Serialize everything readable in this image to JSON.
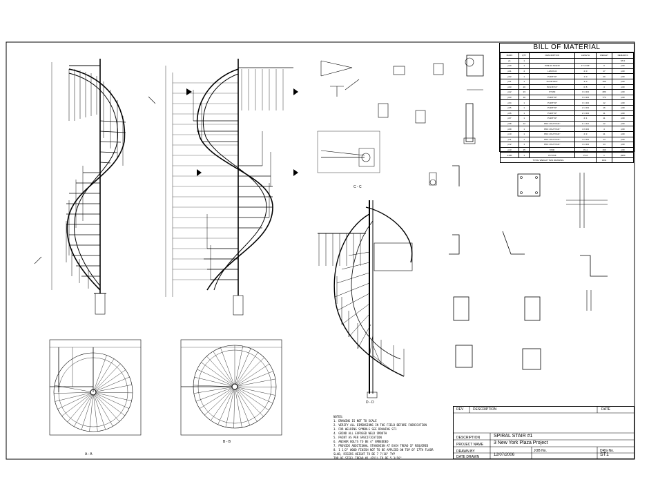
{
  "bom": {
    "title": "BILL OF MATERIAL",
    "columns": [
      "MARK",
      "QTY",
      "DESCRIPTION",
      "LENGTH",
      "WEIGHT",
      "REMARKS"
    ],
    "rows": [
      [
        "p1",
        "1",
        "",
        "",
        "",
        "ST-0"
      ],
      [
        "pd0",
        "1",
        "PIPE 10 SCH40",
        "17'-6 3/4\"",
        "0",
        "p00"
      ],
      [
        "p01",
        "4",
        "L2X2X1/4",
        "2'-0",
        "17",
        "p00"
      ],
      [
        "p02",
        "1",
        "PL3/8\"X3\"",
        "1'-0",
        "20",
        "p00"
      ],
      [
        "pd1",
        "1",
        "PL3/8\"X3/4\"",
        "3'-0",
        "190",
        "p00"
      ],
      [
        "p03",
        "20",
        "PL5/16\"X4\"",
        "0'-8",
        "4",
        "p00"
      ],
      [
        "pd2",
        "23",
        "ST4X9",
        "3'-4 3/4",
        "280",
        "p00"
      ],
      [
        "pd3",
        "10",
        "PL3/8\"X3\"",
        "3'-4 3/4",
        "774",
        "p00"
      ],
      [
        "p04",
        "1",
        "PL3/8\"X3\"",
        "3'-1 3/4",
        "12",
        "p00"
      ],
      [
        "p05",
        "1",
        "PL3/8\"X3\"",
        "2'-4 3/4",
        "16",
        "p00"
      ],
      [
        "p06",
        "1",
        "PL3/8\"X3\"",
        "2'-4 3/4",
        "11",
        "p00"
      ],
      [
        "p07",
        "1",
        "PL3/8\"X3\"",
        "2'-1",
        "11",
        "p00"
      ],
      [
        "p08",
        "12",
        "PDC 1X1/4\"X1/4\"",
        "1'-1 1/2",
        "12",
        "p00"
      ],
      [
        "p09",
        "1",
        "PDC 1X1/4\"X1/4\"",
        "4'-9 3/4",
        "4",
        "p00"
      ],
      [
        "p10",
        "1",
        "PDC 1X1/4\"X1/4\"",
        "2'-3",
        "11",
        "p00"
      ],
      [
        "p11",
        "1",
        "PDC 1X1/4\"X1/4\"",
        "4'-4 3/4",
        "14",
        "p00"
      ],
      [
        "p12",
        "1",
        "PDC 1X1/4\"X1/4\"",
        "4'-4 3/4",
        "14",
        "p00"
      ],
      [
        "p13",
        "25",
        "5X4F",
        "0'-11",
        "190",
        "p00"
      ],
      [
        "a100",
        "1",
        "C5 5X4F",
        "0'-10",
        "1",
        "p900"
      ]
    ],
    "total_label": "TOTAL WEIGHT THIS DRAWING",
    "total_value": "1411"
  },
  "notes": {
    "heading": "NOTES:",
    "items": [
      "1. DRAWING IS NOT TO SCALE",
      "2. VERIFY ALL DIMENSIONS IN THE FIELD BEFORE FABRICATION",
      "3. FOR WELDING SYMBOLS SEE DRAWING ST1",
      "4. GRIND ALL EXPOSED WELD SMOOTH",
      "5. PAINT AS PER SPECIFICATION",
      "6. ANCHOR BOLTS TO BE 4\" EMBEDDED",
      "7. PROVIDE ADDITIONAL STANCHION AT EACH TREAD IF REQUIRED",
      "8. 1 1/2\" WOOD FINISH NOT TO BE APPLIED ON TOP OF 17TH FLOOR",
      "   SLAB, RISERS HEIGHT TO BE 7 7/16\" TYP",
      "   TOP OF STEEL TREAD #1 (P11) TO BE 5 3/16\""
    ]
  },
  "titleblock": {
    "rev_label": "REV",
    "description_label": "DESCRIPTION",
    "date_label": "DATE",
    "desc_row_label": "DESCRIPTION",
    "desc_value": "SPIRAL STAIR #1",
    "project_label": "PROJECT NAME",
    "project_value": "3 New York Plaza Project",
    "drawn_label": "DRAWN BY",
    "job_label": "JOB No.",
    "drg_label": "DRG No.",
    "drg_value": "ST1",
    "date_drawn_label": "DATE DRAWN",
    "date_drawn_value": "12/07/2006"
  },
  "sections": {
    "aa": "A - A",
    "bb": "B - B",
    "cc": "C - C",
    "dd": "D - D"
  }
}
